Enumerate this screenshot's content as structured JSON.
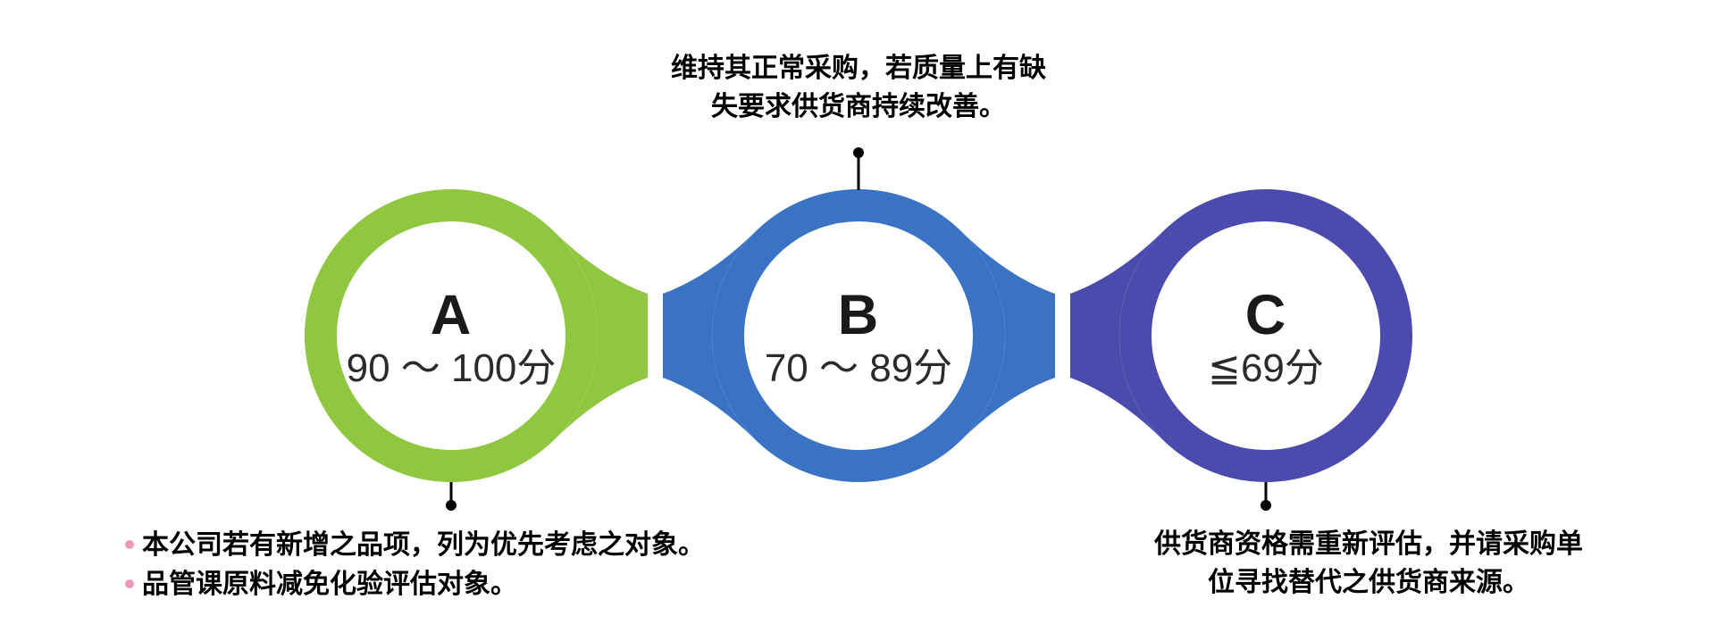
{
  "diagram": {
    "title_hidden": "",
    "background_color": "#ffffff",
    "connector_color": "#000000",
    "grades": [
      {
        "letter": "A",
        "score": "90 ～ 100分",
        "color": "#8FC740"
      },
      {
        "letter": "B",
        "score": "70 ～ 89分",
        "color": "#3A73C4"
      },
      {
        "letter": "C",
        "score": "≦69分",
        "color": "#4A4BAC"
      }
    ],
    "top_note": {
      "line1": "维持其正常采购，若质量上有缺",
      "line2": "失要求供货商持续改善。"
    },
    "bottom_left_note": {
      "bullet_color": "#EE98BB",
      "items": [
        "本公司若有新增之品项，列为优先考虑之对象。",
        "品管课原料减免化验评估对象。"
      ]
    },
    "bottom_right_note": {
      "line1": "供货商资格需重新评估，并请采购单",
      "line2": "位寻找替代之供货商来源。"
    }
  }
}
